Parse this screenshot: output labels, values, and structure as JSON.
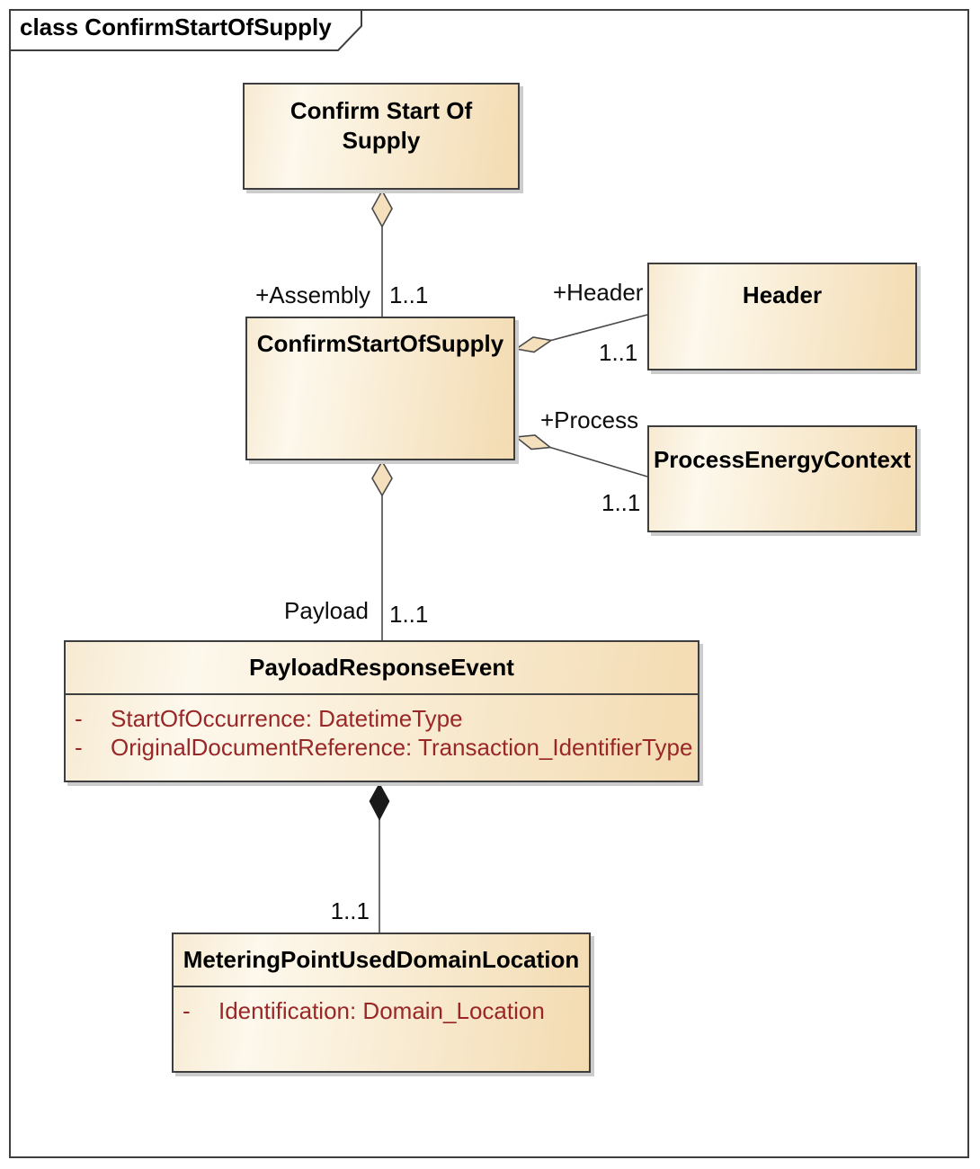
{
  "frame": {
    "title": "class ConfirmStartOfSupply"
  },
  "colors": {
    "box_fill_light": "#fdf8ec",
    "box_fill_dark": "#f3dbb1",
    "box_border": "#3e3e3e",
    "attribute_text": "#992727",
    "shadow": "#cccccc",
    "connector_line": "#494949",
    "aggregation_diamond_fill": "#f5e0bd",
    "composition_diamond_fill": "#1a1a1a"
  },
  "classes": {
    "supply": {
      "name": "Confirm Start Of\nSupply"
    },
    "confirm": {
      "name": "ConfirmStartOfSupply"
    },
    "header": {
      "name": "Header"
    },
    "process": {
      "name": "ProcessEnergyContext"
    },
    "payload": {
      "name": "PayloadResponseEvent",
      "attributes": [
        {
          "prefix": "-",
          "text": "StartOfOccurrence: DatetimeType"
        },
        {
          "prefix": "-",
          "text": "OriginalDocumentReference: Transaction_IdentifierType"
        }
      ]
    },
    "metering": {
      "name": "MeteringPointUsedDomainLocation",
      "attributes": [
        {
          "prefix": "-",
          "text": "Identification: Domain_Location"
        }
      ]
    }
  },
  "relations": {
    "assembly": {
      "role": "+Assembly",
      "multiplicity": "1..1"
    },
    "header": {
      "role": "+Header",
      "multiplicity": "1..1"
    },
    "process": {
      "role": "+Process",
      "multiplicity": "1..1"
    },
    "payload": {
      "role": "Payload",
      "multiplicity": "1..1"
    },
    "metering": {
      "multiplicity": "1..1"
    }
  }
}
